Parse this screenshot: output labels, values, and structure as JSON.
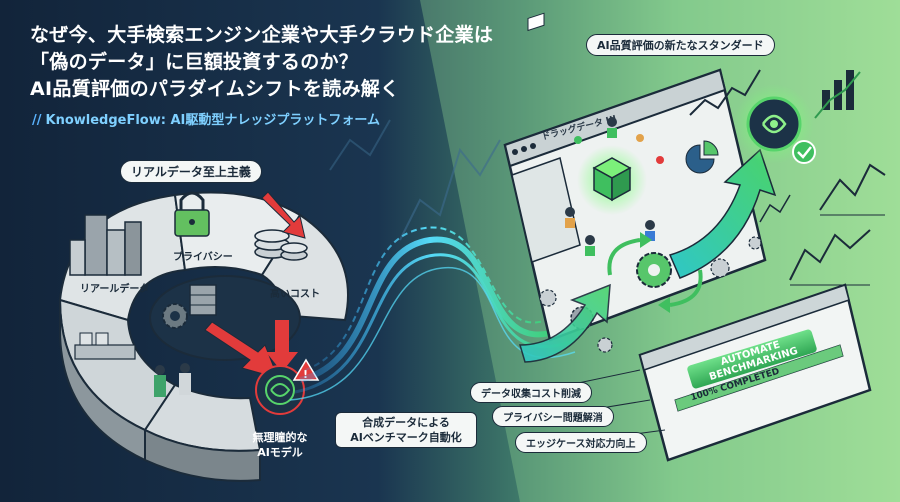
{
  "header": {
    "title_line1": "なぜ今、大手検索エンジン企業や大手クラウド企業は",
    "title_line2": "「偽のデータ」に巨額投資するのか？",
    "title_line3": "AI品質評価のパラダイムシフトを読み解く",
    "brand": "KnowledgeFlow: AI駆動型ナレッジプラットフォーム"
  },
  "left_panel": {
    "heading": "リアルデータ至上主義",
    "segments": [
      "プライバシー",
      "リアールデータ",
      "高いコスト"
    ],
    "model_caption_line1": "無理瞳的な",
    "model_caption_line2": "AIモデル"
  },
  "middle": {
    "caption_line1": "合成データによる",
    "caption_line2": "AIベンチマーク自動化"
  },
  "right_panel": {
    "heading": "AI品質評価の新たなスタンダード",
    "window_tab": "ドラッグデータ UI",
    "automate_line1": "AUTOMATE",
    "automate_line2": "BENCHMARKING",
    "completed": "100% COMPLETED",
    "benefits": [
      "データ収集コスト削減",
      "プライバシー問題解消",
      "エッジケース対応力向上"
    ]
  },
  "colors": {
    "navy": "#13263d",
    "green": "#8ed48a",
    "accent_blue": "#5ab4ff",
    "warning_red": "#e23b3b",
    "success_green": "#3fbf5f"
  },
  "icons": [
    "lock-icon",
    "coins-icon",
    "brain-icon",
    "warning-icon",
    "gear-icon",
    "cube-icon",
    "person-icon",
    "checkmark-icon",
    "arrow-up-icon"
  ]
}
